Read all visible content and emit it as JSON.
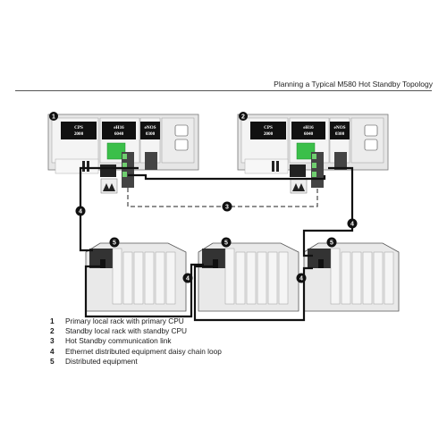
{
  "page": {
    "title": "Planning a Typical M580 Hot Standby Topology"
  },
  "racks": {
    "primary": {
      "callout": "1",
      "cps_line1": "CPS",
      "cps_line2": "2000",
      "cpu_line1": "eH16",
      "cpu_line2": "6040",
      "enos_line1": "eNOS",
      "enos_line2": "0300"
    },
    "standby": {
      "callout": "2",
      "cps_line1": "CPS",
      "cps_line2": "2000",
      "cpu_line1": "eH16",
      "cpu_line2": "6040",
      "enos_line1": "eNOS",
      "enos_line2": "0300"
    }
  },
  "callouts": {
    "link": "3",
    "chain": "4",
    "equipment": "5"
  },
  "legend": [
    {
      "num": "1",
      "text": "Primary local rack with primary CPU"
    },
    {
      "num": "2",
      "text": "Standby local rack with standby CPU"
    },
    {
      "num": "3",
      "text": "Hot Standby communication link"
    },
    {
      "num": "4",
      "text": "Ethernet distributed equipment daisy chain loop"
    },
    {
      "num": "5",
      "text": "Distributed equipment"
    }
  ]
}
